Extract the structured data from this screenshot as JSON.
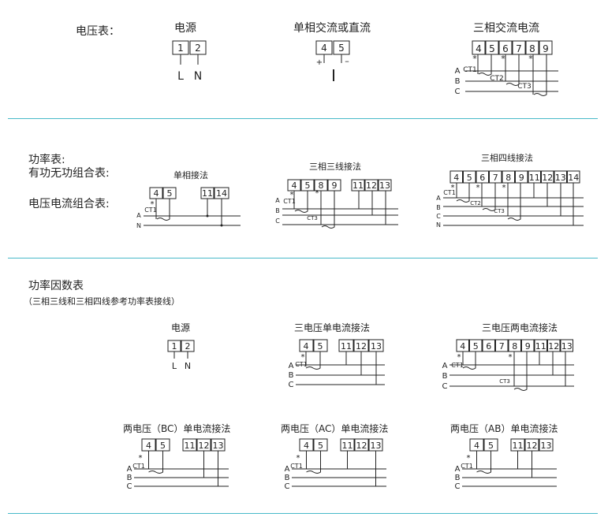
{
  "voltmeter": {
    "title": "电压表：",
    "power": {
      "label": "电源",
      "terminals": [
        "1",
        "2"
      ],
      "pins": [
        "L",
        "N"
      ]
    },
    "single": {
      "label": "单相交流或直流",
      "terminals": [
        "4",
        "5"
      ],
      "plus": "+",
      "minus": "–"
    },
    "three": {
      "label": "三相交流电流",
      "terminals": [
        "4",
        "5",
        "6",
        "7",
        "8",
        "9"
      ],
      "lines": [
        "A",
        "B",
        "C"
      ],
      "cts": [
        "CT1",
        "CT2",
        "CT3"
      ],
      "star": "*"
    }
  },
  "power_meter": {
    "title1": "功率表:",
    "title2": "有功无功组合表:",
    "title3": "电压电流组合表:",
    "single": {
      "label": "单相接法",
      "terminals_a": [
        "4",
        "5"
      ],
      "terminals_b": [
        "11",
        "14"
      ],
      "lines": [
        "A",
        "N"
      ],
      "cts": [
        "CT1"
      ],
      "star": "*"
    },
    "three_wire": {
      "label": "三相三线接法",
      "terminals_a": [
        "4",
        "5",
        "8",
        "9"
      ],
      "terminals_b": [
        "11",
        "12",
        "13"
      ],
      "lines": [
        "A",
        "B",
        "C"
      ],
      "cts": [
        "CT1",
        "CT3"
      ],
      "star": "*"
    },
    "four_wire": {
      "label": "三相四线接法",
      "terminals": [
        "4",
        "5",
        "6",
        "7",
        "8",
        "9",
        "11",
        "12",
        "13",
        "14"
      ],
      "lines": [
        "A",
        "B",
        "C",
        "N"
      ],
      "cts": [
        "CT1",
        "CT2",
        "CT3"
      ],
      "star": "*"
    }
  },
  "pf_meter": {
    "title": "功率因数表",
    "subtitle": "（三相三线和三相四线参考功率表接线）",
    "power": {
      "label": "电源",
      "terminals": [
        "1",
        "2"
      ],
      "pins": [
        "L",
        "N"
      ]
    },
    "v3i1": {
      "label": "三电压单电流接法",
      "terminals_a": [
        "4",
        "5"
      ],
      "terminals_b": [
        "11",
        "12",
        "13"
      ],
      "lines": [
        "A",
        "B",
        "C"
      ],
      "cts": [
        "CT1"
      ],
      "star": "*"
    },
    "v3i2": {
      "label": "三电压两电流接法",
      "terminals": [
        "4",
        "5",
        "6",
        "7",
        "8",
        "9",
        "11",
        "12",
        "13"
      ],
      "lines": [
        "A",
        "B",
        "C"
      ],
      "cts": [
        "CT1",
        "CT3"
      ],
      "star": "*"
    },
    "bc": {
      "label": "两电压（BC）单电流接法",
      "terminals_a": [
        "4",
        "5"
      ],
      "terminals_b": [
        "11",
        "12",
        "13"
      ],
      "lines": [
        "A",
        "B",
        "C"
      ],
      "cts": [
        "CT1"
      ],
      "star": "*"
    },
    "ac": {
      "label": "两电压（AC）单电流接法",
      "terminals_a": [
        "4",
        "5"
      ],
      "terminals_b": [
        "11",
        "12",
        "13"
      ],
      "lines": [
        "A",
        "B",
        "C"
      ],
      "cts": [
        "CT1"
      ],
      "star": "*"
    },
    "ab": {
      "label": "两电压（AB）单电流接法",
      "terminals_a": [
        "4",
        "5"
      ],
      "terminals_b": [
        "11",
        "12",
        "13"
      ],
      "lines": [
        "A",
        "B",
        "C"
      ],
      "cts": [
        "CT1"
      ],
      "star": "*"
    }
  },
  "colors": {
    "separator": "#48b9c9",
    "ink": "#222222"
  }
}
